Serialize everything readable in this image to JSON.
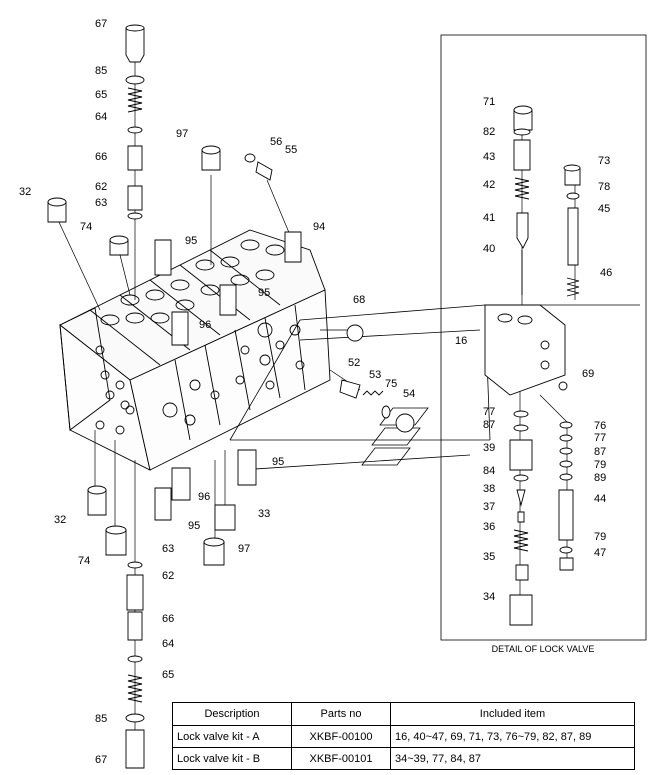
{
  "detail_title": "DETAIL OF LOCK VALVE",
  "callouts": [
    {
      "id": "c67a",
      "text": "67"
    },
    {
      "id": "c85a",
      "text": "85"
    },
    {
      "id": "c65a",
      "text": "65"
    },
    {
      "id": "c64a",
      "text": "64"
    },
    {
      "id": "c66a",
      "text": "66"
    },
    {
      "id": "c62a",
      "text": "62"
    },
    {
      "id": "c63a",
      "text": "63"
    },
    {
      "id": "c32a",
      "text": "32"
    },
    {
      "id": "c74a",
      "text": "74"
    },
    {
      "id": "c97a",
      "text": "97"
    },
    {
      "id": "c56",
      "text": "56"
    },
    {
      "id": "c55",
      "text": "55"
    },
    {
      "id": "c95a",
      "text": "95"
    },
    {
      "id": "c94",
      "text": "94"
    },
    {
      "id": "c95b",
      "text": "95"
    },
    {
      "id": "c96a",
      "text": "96"
    },
    {
      "id": "c68",
      "text": "68"
    },
    {
      "id": "c52",
      "text": "52"
    },
    {
      "id": "c53",
      "text": "53"
    },
    {
      "id": "c75",
      "text": "75"
    },
    {
      "id": "c54",
      "text": "54"
    },
    {
      "id": "c95c",
      "text": "95"
    },
    {
      "id": "c96b",
      "text": "96"
    },
    {
      "id": "c95d",
      "text": "95"
    },
    {
      "id": "c33",
      "text": "33"
    },
    {
      "id": "c97b",
      "text": "97"
    },
    {
      "id": "c32b",
      "text": "32"
    },
    {
      "id": "c74b",
      "text": "74"
    },
    {
      "id": "c63b",
      "text": "63"
    },
    {
      "id": "c62b",
      "text": "62"
    },
    {
      "id": "c66b",
      "text": "66"
    },
    {
      "id": "c64b",
      "text": "64"
    },
    {
      "id": "c65b",
      "text": "65"
    },
    {
      "id": "c85b",
      "text": "85"
    },
    {
      "id": "c67b",
      "text": "67"
    },
    {
      "id": "c71",
      "text": "71"
    },
    {
      "id": "c82",
      "text": "82"
    },
    {
      "id": "c43",
      "text": "43"
    },
    {
      "id": "c42",
      "text": "42"
    },
    {
      "id": "c41",
      "text": "41"
    },
    {
      "id": "c40",
      "text": "40"
    },
    {
      "id": "c73",
      "text": "73"
    },
    {
      "id": "c78",
      "text": "78"
    },
    {
      "id": "c45",
      "text": "45"
    },
    {
      "id": "c46",
      "text": "46"
    },
    {
      "id": "c16",
      "text": "16"
    },
    {
      "id": "c69",
      "text": "69"
    },
    {
      "id": "c77a",
      "text": "77"
    },
    {
      "id": "c87a",
      "text": "87"
    },
    {
      "id": "c39",
      "text": "39"
    },
    {
      "id": "c84",
      "text": "84"
    },
    {
      "id": "c38",
      "text": "38"
    },
    {
      "id": "c37",
      "text": "37"
    },
    {
      "id": "c36",
      "text": "36"
    },
    {
      "id": "c35",
      "text": "35"
    },
    {
      "id": "c34",
      "text": "34"
    },
    {
      "id": "c76",
      "text": "76"
    },
    {
      "id": "c77b",
      "text": "77"
    },
    {
      "id": "c87b",
      "text": "87"
    },
    {
      "id": "c79a",
      "text": "79"
    },
    {
      "id": "c89",
      "text": "89"
    },
    {
      "id": "c44",
      "text": "44"
    },
    {
      "id": "c79b",
      "text": "79"
    },
    {
      "id": "c47",
      "text": "47"
    }
  ],
  "table": {
    "headers": [
      "Description",
      "Parts no",
      "Included item"
    ],
    "rows": [
      {
        "description": "Lock valve kit - A",
        "parts_no": "XKBF-00100",
        "included": "16, 40~47, 69, 71, 73, 76~79, 82, 87, 89"
      },
      {
        "description": "Lock valve kit - B",
        "parts_no": "XKBF-00101",
        "included": "34~39, 77, 84, 87"
      }
    ]
  }
}
